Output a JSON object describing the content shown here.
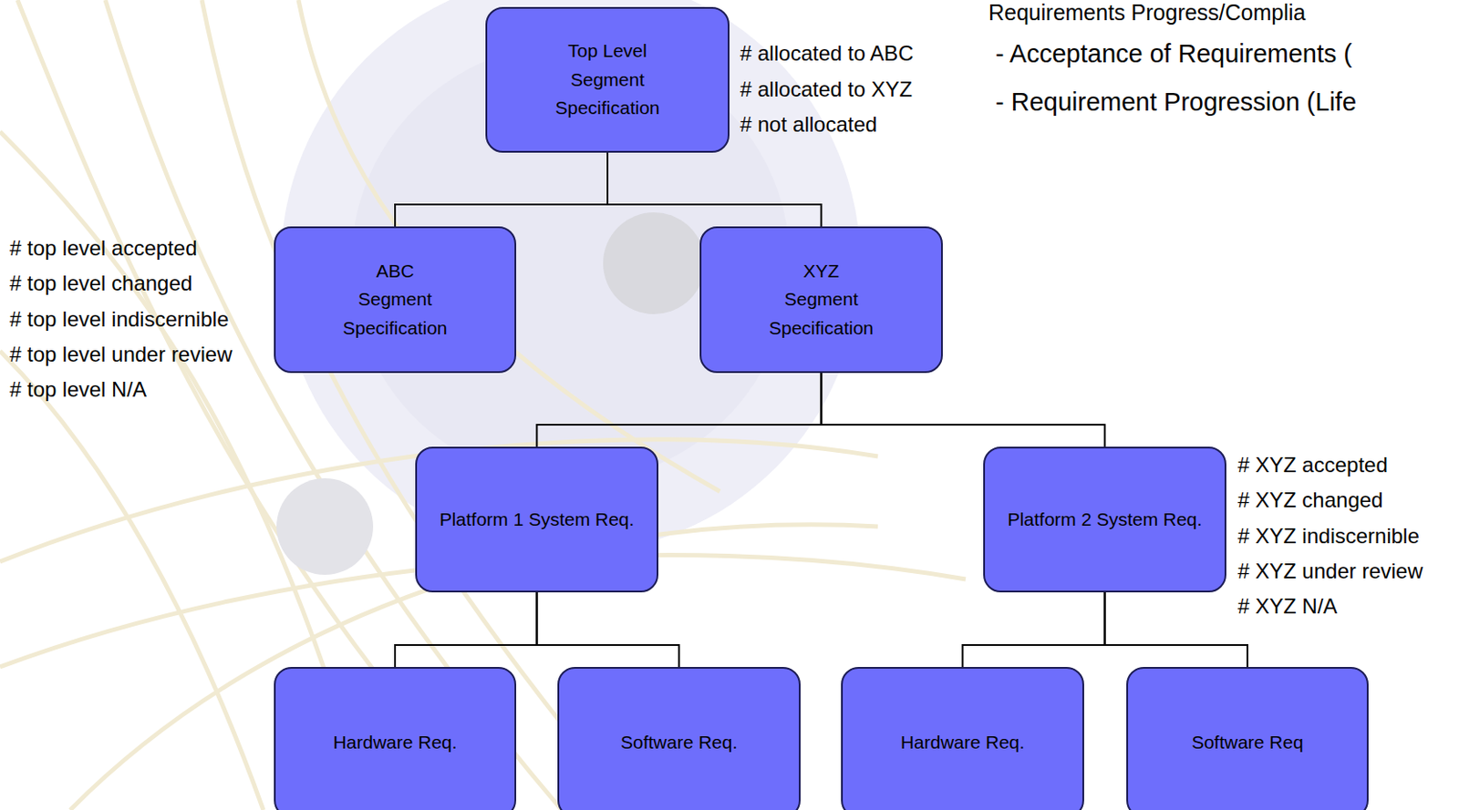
{
  "diagram": {
    "nodes": [
      {
        "text": [
          "Top Level Segment Specification"
        ]
      },
      {
        "text": [
          "ABC Segment Specification"
        ]
      },
      {
        "text": [
          "XYZ Segment Specification"
        ]
      },
      {
        "text": [
          "Platform 1 System Req."
        ]
      },
      {
        "text": [
          "Platform 2 System Req."
        ]
      },
      {
        "text": [
          "Hardware Req."
        ]
      },
      {
        "text": [
          "Software Req."
        ]
      },
      {
        "text": [
          "Hardware Req."
        ]
      },
      {
        "text": [
          "Software Req"
        ]
      }
    ],
    "edges": [
      {
        "from": 0,
        "to": 1,
        "arrow": "none"
      },
      {
        "from": 0,
        "to": 2,
        "arrow": "none"
      },
      {
        "from": 2,
        "to": 3,
        "arrow": "none"
      },
      {
        "from": 2,
        "to": 4,
        "arrow": "none"
      },
      {
        "from": 3,
        "to": 5,
        "arrow": "none"
      },
      {
        "from": 3,
        "to": 6,
        "arrow": "none"
      },
      {
        "from": 4,
        "to": 7,
        "arrow": "none"
      },
      {
        "from": 4,
        "to": 8,
        "arrow": "none"
      }
    ],
    "labels": [
      "Requirements Progress/Complia",
      "- Acceptance of Requirements (",
      "- Requirement Progression (Life",
      "# allocated to ABC",
      "# allocated to XYZ",
      "# not allocated",
      "# top level accepted",
      "# top level changed",
      "# top level indiscernible",
      "# top level under review",
      "# top level N/A",
      "# XYZ accepted",
      "# XYZ changed",
      "# XYZ indiscernible",
      "# XYZ under review",
      "# XYZ N/A"
    ]
  }
}
